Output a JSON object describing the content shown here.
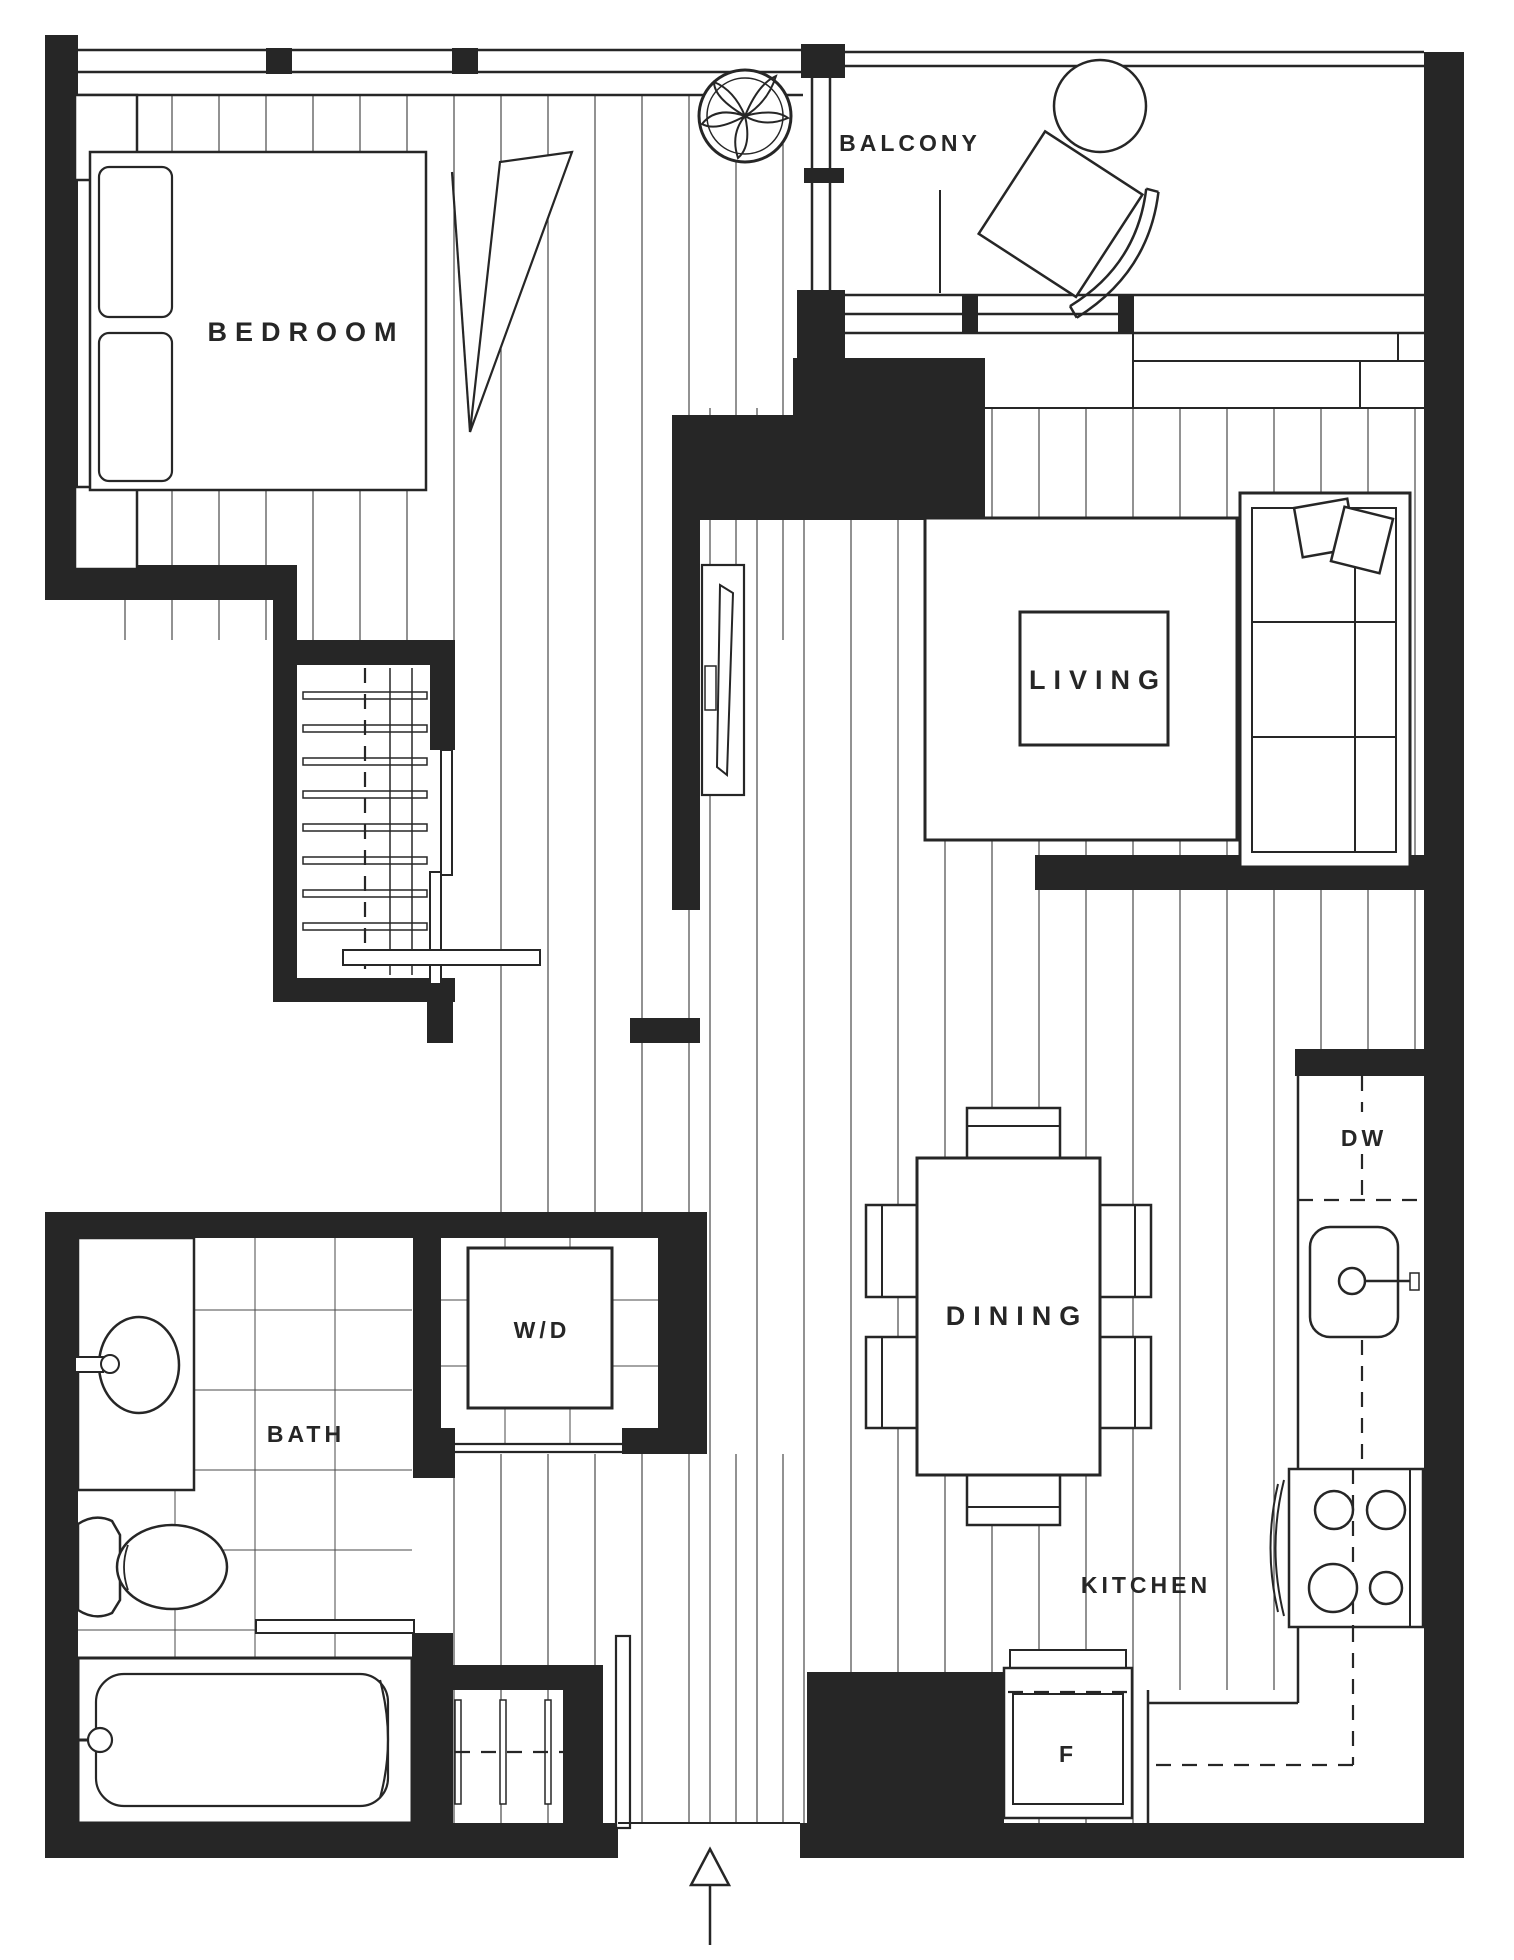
{
  "rooms": {
    "bedroom": {
      "label": "BEDROOM"
    },
    "balcony": {
      "label": "BALCONY"
    },
    "living": {
      "label": "LIVING"
    },
    "dining": {
      "label": "DINING"
    },
    "kitchen": {
      "label": "KITCHEN"
    },
    "bath": {
      "label": "BATH"
    }
  },
  "appliances": {
    "washer_dryer": {
      "label": "W/D"
    },
    "dishwasher": {
      "label": "DW"
    },
    "fridge": {
      "label": "F"
    }
  },
  "icons": {
    "entry": "entry-arrow-icon",
    "plant": "potted-plant-icon",
    "sink": "kitchen-sink-icon",
    "stove": "stove-burners-icon",
    "toilet": "toilet-icon",
    "bathtub": "bathtub-icon",
    "bed": "bed-icon",
    "sofa": "sofa-icon",
    "tv": "tv-console-icon"
  },
  "colors": {
    "wall": "#262626",
    "line": "#262626",
    "floor_line": "#4a4a4a",
    "background": "#ffffff"
  }
}
